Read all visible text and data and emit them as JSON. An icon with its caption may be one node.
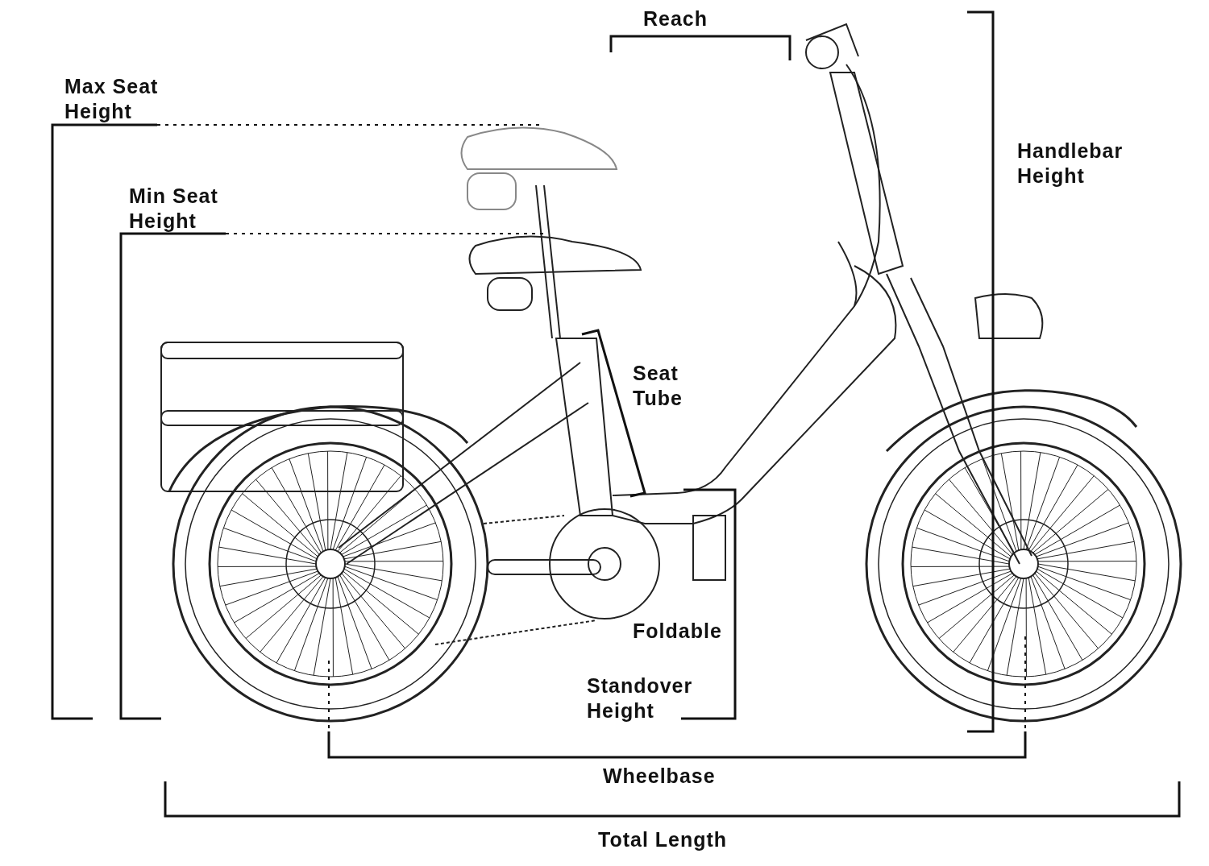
{
  "diagram": {
    "labels": [
      "Reach",
      "Max Seat Height",
      "Handlebar Height",
      "Min Seat Height",
      "Seat Tube",
      "Foldable",
      "Standover Height",
      "Wheelbase",
      "Total Length"
    ]
  }
}
